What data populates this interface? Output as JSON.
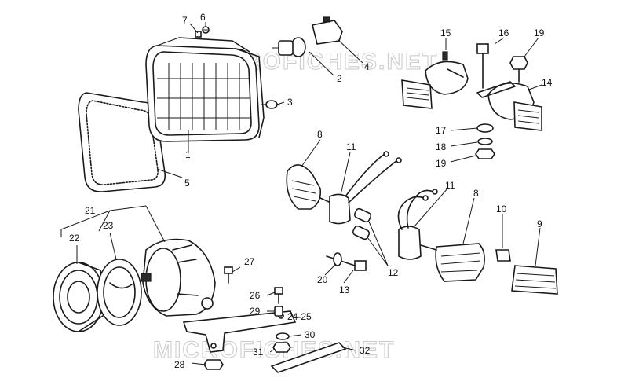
{
  "watermark": {
    "text": "MICROFICHES.NET"
  },
  "callouts": {
    "c1": "1",
    "c2": "2",
    "c3": "3",
    "c4": "4",
    "c5": "5",
    "c6": "6",
    "c7": "7",
    "c8a": "8",
    "c8b": "8",
    "c9": "9",
    "c10": "10",
    "c11a": "11",
    "c11b": "11",
    "c12": "12",
    "c13": "13",
    "c14": "14",
    "c15": "15",
    "c16": "16",
    "c17": "17",
    "c18": "18",
    "c19a": "19",
    "c19b": "19",
    "c20": "20",
    "c21": "21",
    "c22": "22",
    "c23": "23",
    "c24": "24-25",
    "c26": "26",
    "c27": "27",
    "c28": "28",
    "c29": "29",
    "c30": "30",
    "c31": "31",
    "c32": "32"
  }
}
